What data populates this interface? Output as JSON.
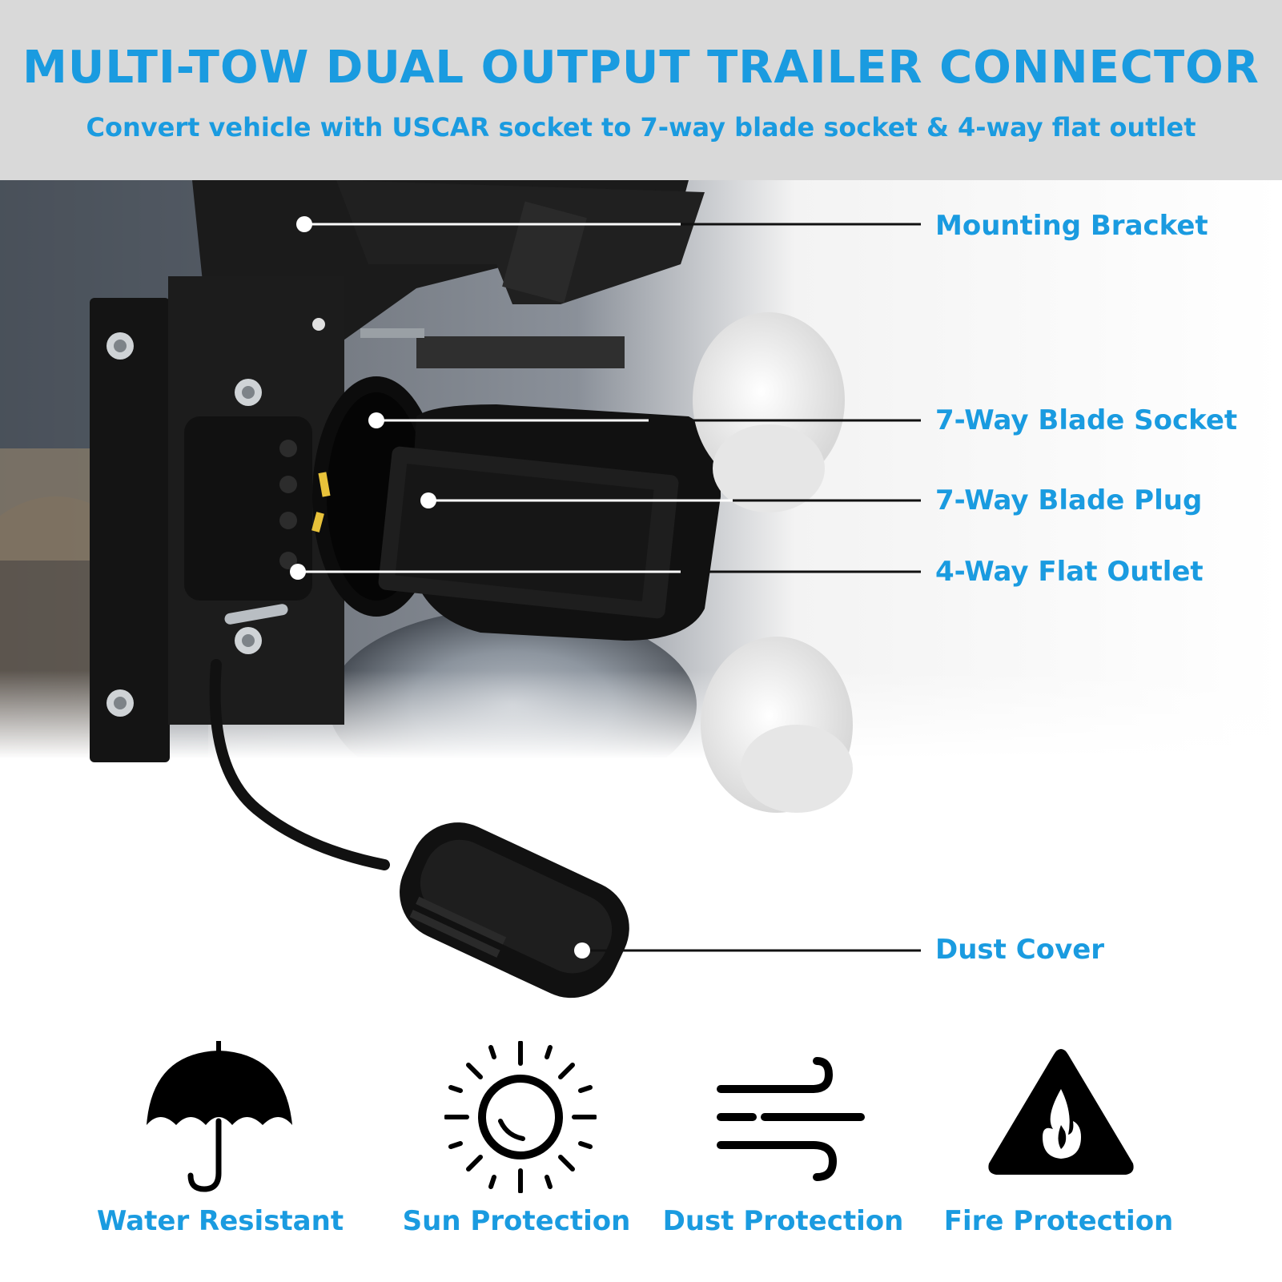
{
  "header": {
    "title": "MULTI-TOW DUAL OUTPUT TRAILER CONNECTOR",
    "subtitle": "Convert vehicle with USCAR socket to 7-way blade socket & 4-way flat outlet"
  },
  "callouts": [
    {
      "label": "Mounting Bracket"
    },
    {
      "label": "7-Way Blade Socket"
    },
    {
      "label": "7-Way Blade Plug"
    },
    {
      "label": "4-Way Flat Outlet"
    },
    {
      "label": "Dust Cover"
    }
  ],
  "features": [
    {
      "label": "Water Resistant",
      "icon": "umbrella-icon"
    },
    {
      "label": "Sun Protection",
      "icon": "sun-icon"
    },
    {
      "label": "Dust Protection",
      "icon": "wind-icon"
    },
    {
      "label": "Fire Protection",
      "icon": "fire-warning-icon"
    }
  ],
  "colors": {
    "accent": "#1a9be0",
    "header_bg": "#d9d9d9",
    "callout_line": "#111111"
  }
}
